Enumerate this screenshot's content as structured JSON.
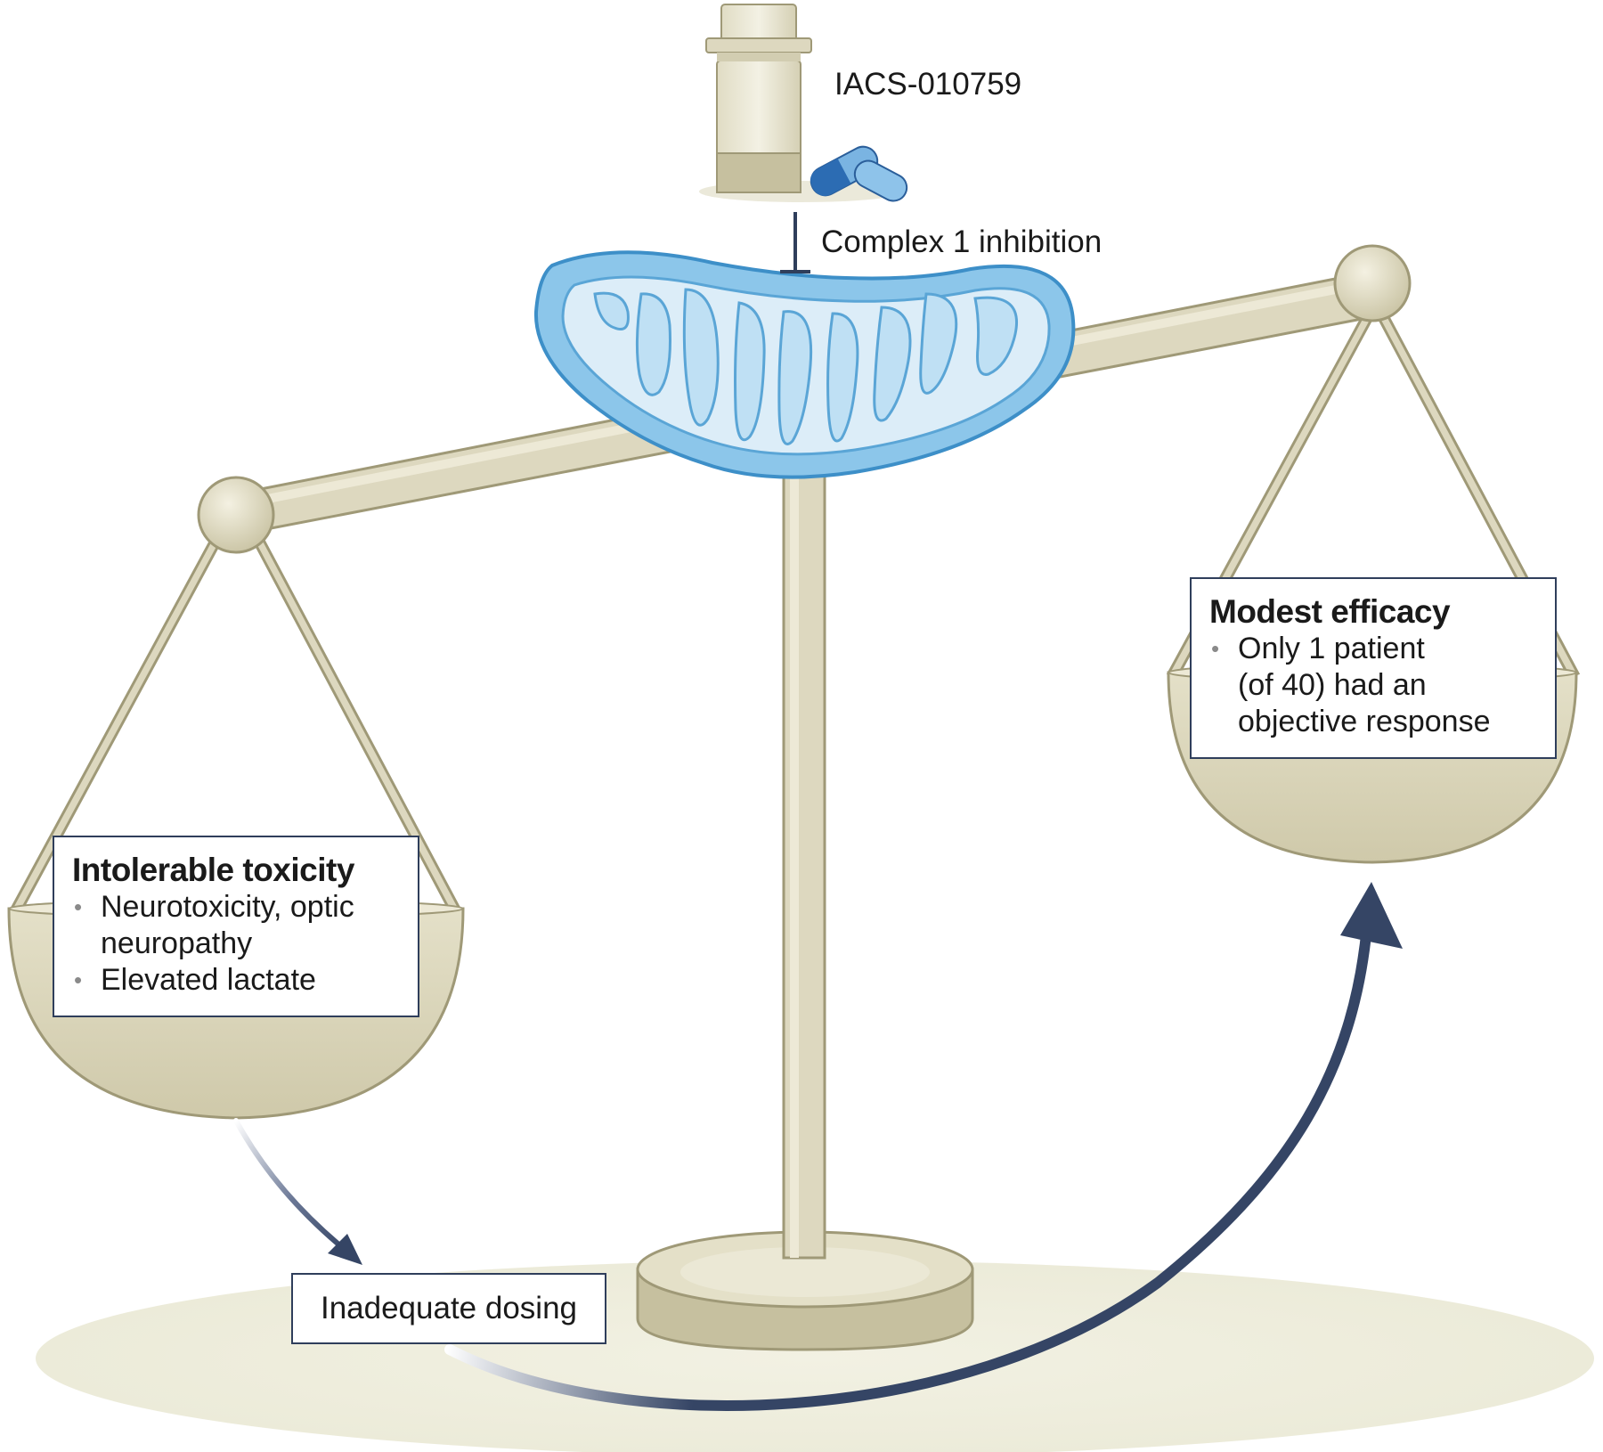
{
  "drug": {
    "name": "IACS-010759"
  },
  "mechanism": {
    "label": "Complex 1 inhibition"
  },
  "left_pan": {
    "title": "Intolerable toxicity",
    "bullets": [
      "Neurotoxicity, optic\nneuropathy",
      "Elevated lactate"
    ]
  },
  "right_pan": {
    "title": "Modest efficacy",
    "bullets": [
      "Only 1 patient\n(of 40) had an\nobjective response"
    ]
  },
  "outcome": {
    "label": "Inadequate dosing"
  },
  "colors": {
    "scale": "#ddd8bf",
    "scale_dark": "#b3ad8c",
    "mitochondrion": "#8cc6ea",
    "arrow": "#354565"
  }
}
